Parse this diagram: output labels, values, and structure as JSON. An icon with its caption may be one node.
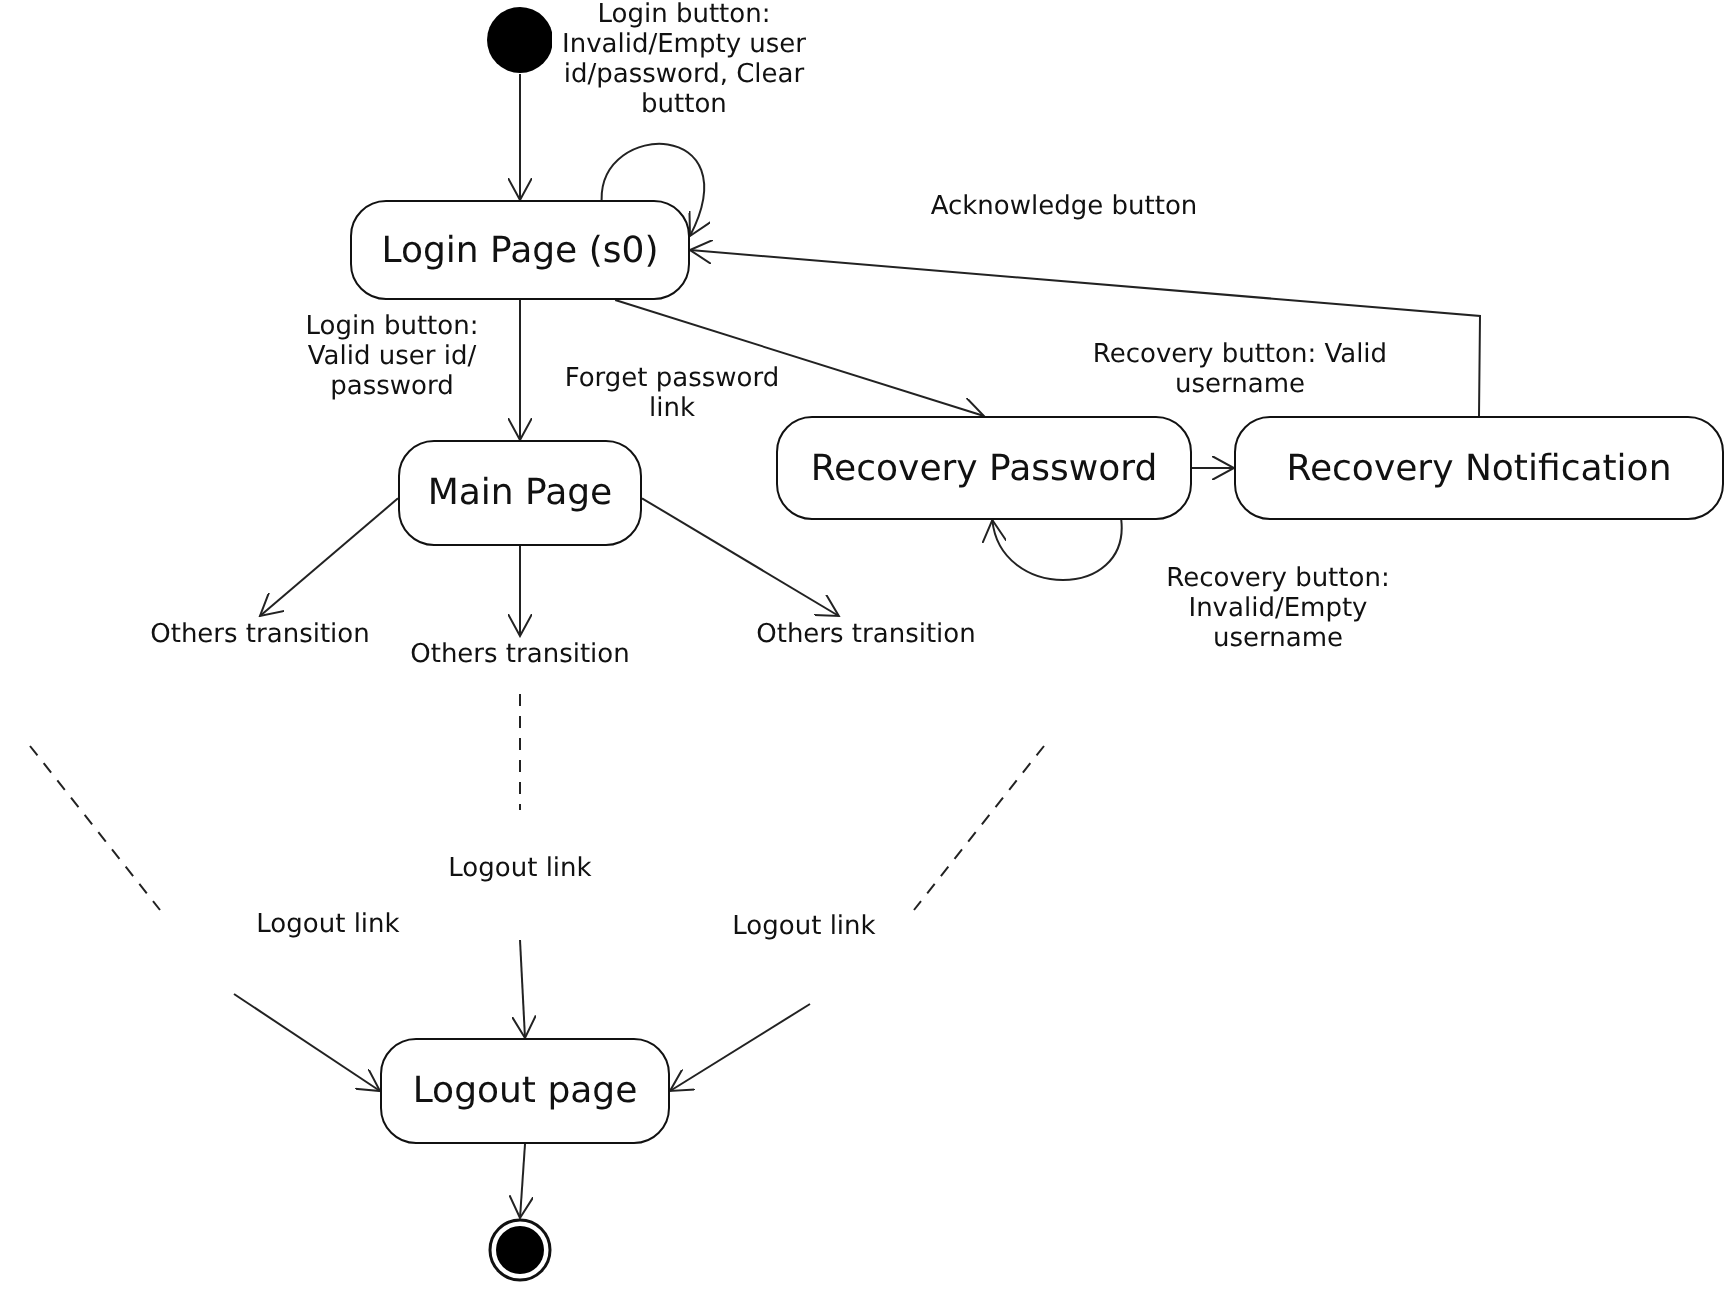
{
  "diagram": {
    "nodes": [
      {
        "text": [],
        "shape": "circle"
      },
      {
        "text": [
          "Login Page (s0)"
        ]
      },
      {
        "text": [
          "Main Page"
        ]
      },
      {
        "text": [
          "Recovery Password"
        ]
      },
      {
        "text": [
          "Recovery Notification"
        ]
      },
      {
        "text": [
          "Others transition"
        ]
      },
      {
        "text": [
          "Others transition"
        ]
      },
      {
        "text": [
          "Others transition"
        ]
      },
      {
        "text": [
          "Logout page"
        ]
      },
      {
        "text": [],
        "shape": "circle"
      }
    ],
    "edges": [
      {
        "from": 0,
        "to": 1,
        "arrow": "to"
      },
      {
        "from": 1,
        "to": 1,
        "arrow": "to",
        "label": "Login button: Invalid/Empty user id/password, Clear button"
      },
      {
        "from": 1,
        "to": 2,
        "arrow": "to",
        "label": "Login button: Valid user id/ password"
      },
      {
        "from": 1,
        "to": 3,
        "arrow": "to",
        "label": "Forget password link"
      },
      {
        "from": 4,
        "to": 1,
        "arrow": "to",
        "label": "Acknowledge button"
      },
      {
        "from": 3,
        "to": 4,
        "arrow": "to",
        "label": "Recovery button: Valid username"
      },
      {
        "from": 3,
        "to": 3,
        "arrow": "to",
        "label": "Recovery button: Invalid/Empty username"
      },
      {
        "from": 2,
        "to": 5,
        "arrow": "to"
      },
      {
        "from": 2,
        "to": 6,
        "arrow": "to"
      },
      {
        "from": 2,
        "to": 7,
        "arrow": "to"
      },
      {
        "from": null,
        "to": 8,
        "arrow": "to",
        "label": "Logout link"
      },
      {
        "from": null,
        "to": 8,
        "arrow": "to",
        "label": "Logout link"
      },
      {
        "from": null,
        "to": 8,
        "arrow": "to",
        "label": "Logout link"
      },
      {
        "from": 8,
        "to": 9,
        "arrow": "to"
      }
    ]
  }
}
